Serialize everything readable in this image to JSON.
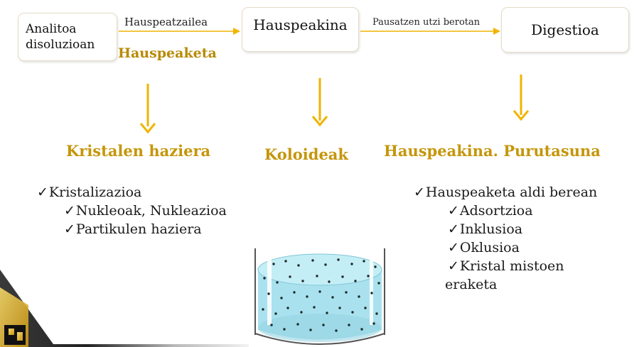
{
  "boxes": {
    "analyte_line1": "Analitoa",
    "analyte_line2": "disoluzioan",
    "precipitate": "Hauspeakina",
    "digestion": "Digestioa"
  },
  "arrow_labels": {
    "precipitating_agent": "Hauspeatzailea",
    "precipitation": "Hauspeaketa",
    "let_rest_hot": "Pausatzen utzi berotan"
  },
  "headings": {
    "crystal_growth": "Kristalen haziera",
    "colloids": "Koloideak",
    "precipitate_purity": "Hauspeakina. Purutasuna"
  },
  "left_list": {
    "item1": "Kristalizazioa",
    "sub1": "Nukleoak, Nukleazioa",
    "sub2": "Partikulen haziera"
  },
  "right_list": {
    "item1": "Hauspeaketa aldi berean",
    "sub1": "Adsortzioa",
    "sub2": "Inklusioa",
    "sub3": "Oklusioa",
    "sub4a": "Kristal mistoen",
    "sub4b": "eraketa"
  },
  "check_mark": "✓",
  "colors": {
    "accent_gold": "#c5960b",
    "arrow_gold": "#f0b400",
    "liquid": "#a9e2ee"
  }
}
